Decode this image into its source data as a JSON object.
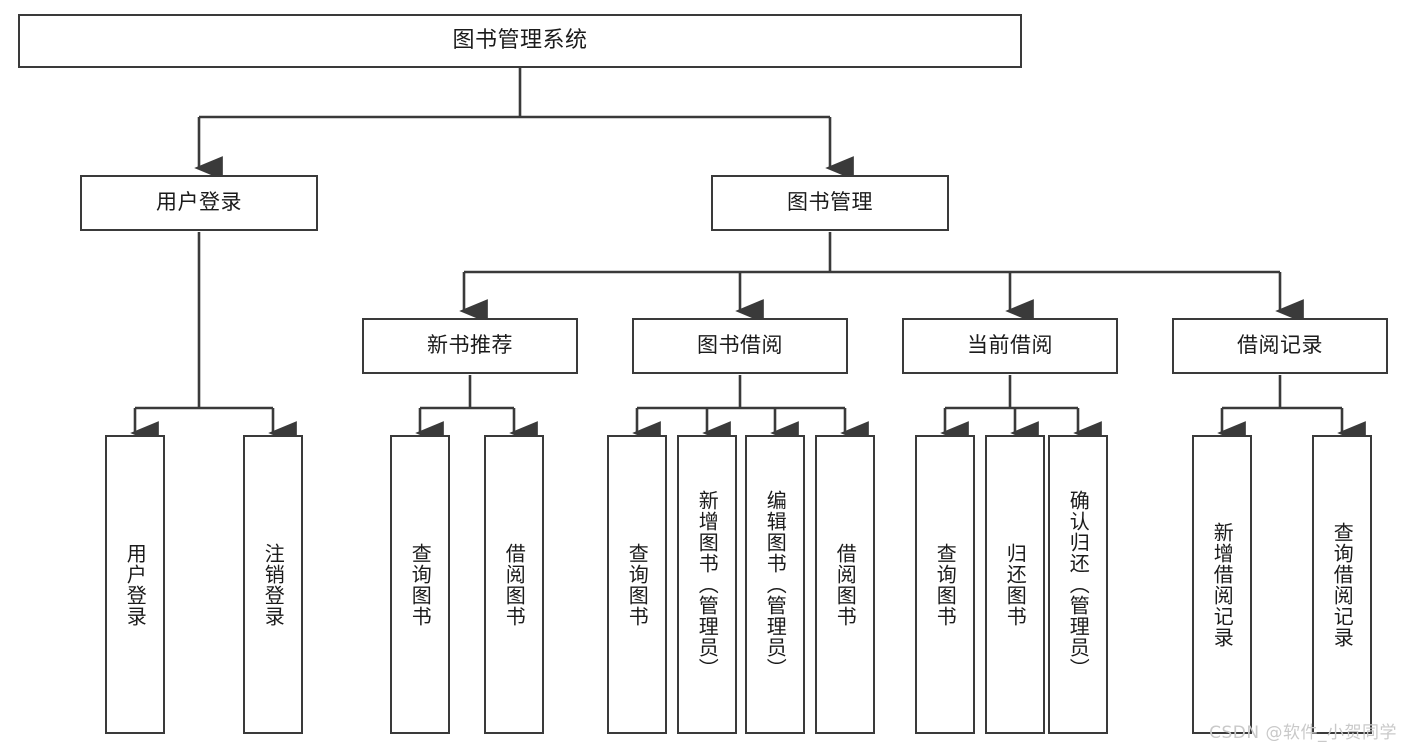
{
  "diagram": {
    "type": "tree-hierarchy",
    "title": "图书管理系统",
    "stroke_color": "#3a3a3a",
    "text_color": "#1b1b1b",
    "background_color": "#ffffff",
    "nodes": {
      "root": {
        "label": "图书管理系统",
        "level": 0
      },
      "l1": [
        {
          "id": "user-login",
          "label": "用户登录"
        },
        {
          "id": "book-manage",
          "label": "图书管理"
        }
      ],
      "l2": [
        {
          "id": "new-book-recommend",
          "label": "新书推荐",
          "parent": "book-manage"
        },
        {
          "id": "book-borrow",
          "label": "图书借阅",
          "parent": "book-manage"
        },
        {
          "id": "current-borrow",
          "label": "当前借阅",
          "parent": "book-manage"
        },
        {
          "id": "borrow-record",
          "label": "借阅记录",
          "parent": "book-manage"
        }
      ],
      "leaves": [
        {
          "id": "leaf-user-login",
          "label": "用户登录",
          "parent": "user-login"
        },
        {
          "id": "leaf-logout-login",
          "label": "注销登录",
          "parent": "user-login"
        },
        {
          "id": "leaf-query-book-1",
          "label": "查询图书",
          "parent": "new-book-recommend"
        },
        {
          "id": "leaf-borrow-book-1",
          "label": "借阅图书",
          "parent": "new-book-recommend"
        },
        {
          "id": "leaf-query-book-2",
          "label": "查询图书",
          "parent": "book-borrow"
        },
        {
          "id": "leaf-add-book",
          "label": "新增图书（管理员）",
          "parent": "book-borrow"
        },
        {
          "id": "leaf-edit-book",
          "label": "编辑图书（管理员）",
          "parent": "book-borrow"
        },
        {
          "id": "leaf-borrow-book-2",
          "label": "借阅图书",
          "parent": "book-borrow"
        },
        {
          "id": "leaf-query-book-3",
          "label": "查询图书",
          "parent": "current-borrow"
        },
        {
          "id": "leaf-return-book",
          "label": "归还图书",
          "parent": "current-borrow"
        },
        {
          "id": "leaf-confirm-return",
          "label": "确认归还（管理员）",
          "parent": "current-borrow"
        },
        {
          "id": "leaf-add-record",
          "label": "新增借阅记录",
          "parent": "borrow-record"
        },
        {
          "id": "leaf-query-record",
          "label": "查询借阅记录",
          "parent": "borrow-record"
        }
      ]
    }
  },
  "watermark": {
    "text": "CSDN @软件_小贺同学"
  }
}
